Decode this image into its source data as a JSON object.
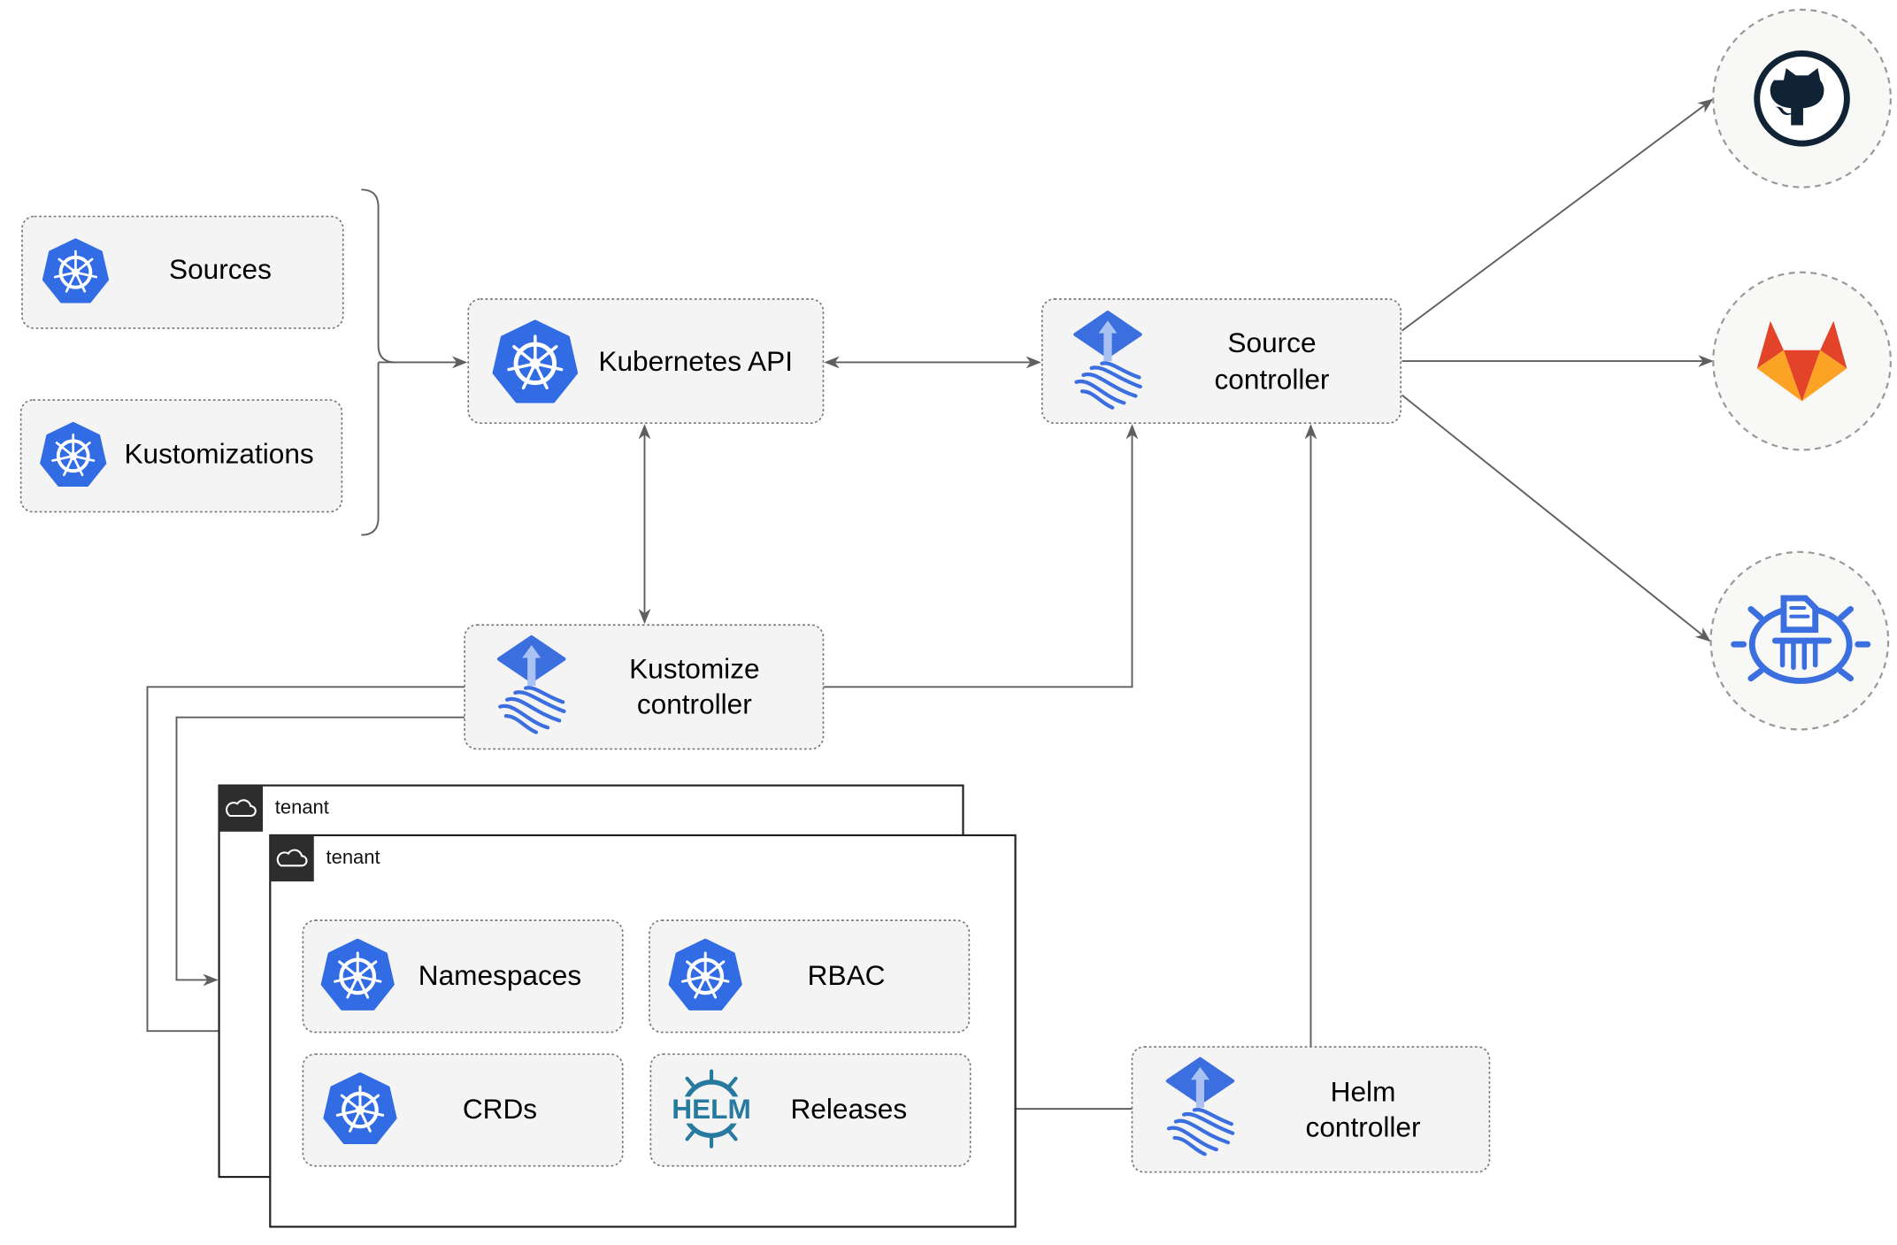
{
  "nodes": {
    "sources": "Sources",
    "kustomizations": "Kustomizations",
    "kubernetes_api": "Kubernetes API",
    "source_controller": [
      "Source",
      "controller"
    ],
    "kustomize_controller": [
      "Kustomize",
      "controller"
    ],
    "helm_controller": [
      "Helm",
      "controller"
    ],
    "namespaces": "Namespaces",
    "rbac": "RBAC",
    "crds": "CRDs",
    "releases": "Releases",
    "helm_logo_text": "HELM"
  },
  "tenants": [
    "tenant",
    "tenant"
  ],
  "external_sources": [
    {
      "icon": "github-icon"
    },
    {
      "icon": "gitlab-icon"
    },
    {
      "icon": "bucket-icon"
    }
  ],
  "colors": {
    "kubernetes_blue": "#326ce5",
    "flux_blue": "#3b6fe0",
    "helm_blue": "#277a9f",
    "github_dark": "#0f2334",
    "gitlab_orange": "#e24329",
    "gitlab_light": "#fca326"
  }
}
